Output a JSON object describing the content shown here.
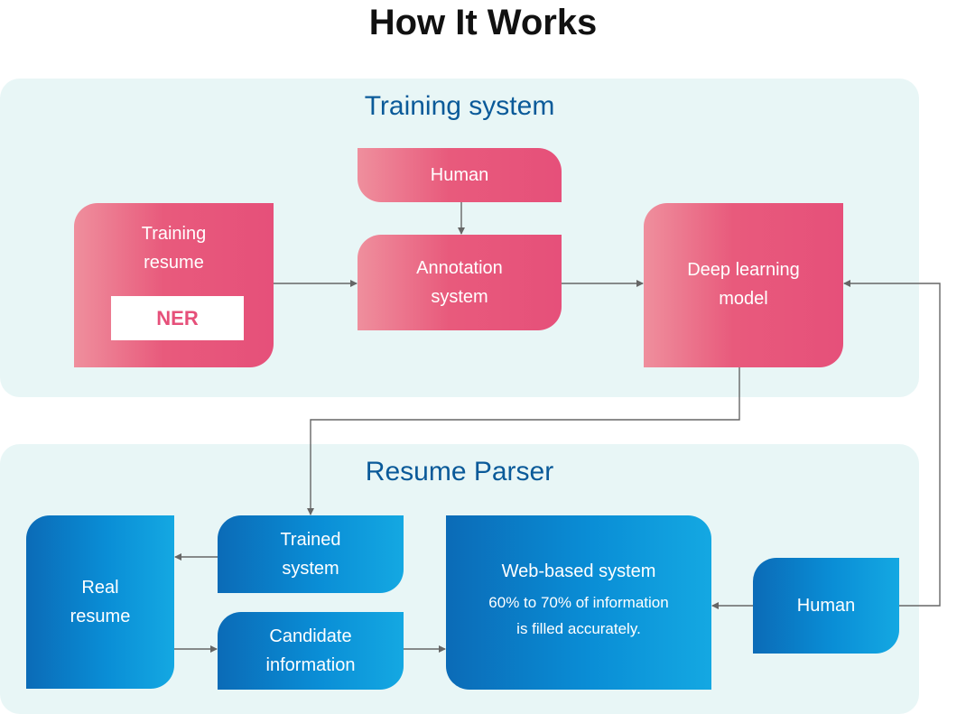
{
  "title": "How It Works",
  "training": {
    "heading": "Training system",
    "human": "Human",
    "training_resume": [
      "Training",
      "resume"
    ],
    "ner": "NER",
    "annotation": [
      "Annotation",
      "system"
    ],
    "deep_learning": [
      "Deep learning",
      "model"
    ]
  },
  "parser": {
    "heading": "Resume Parser",
    "real_resume": [
      "Real",
      "resume"
    ],
    "trained_system": [
      "Trained",
      "system"
    ],
    "candidate_info": [
      "Candidate",
      "information"
    ],
    "web_system": {
      "label": "Web-based system",
      "note": [
        "60% to 70% of information",
        "is filled accurately."
      ]
    },
    "human": "Human"
  },
  "colors": {
    "panel_bg": "#e8f6f6",
    "pink": "#e6507a",
    "blue": "#0a8ed6",
    "heading_blue": "#0a5a99",
    "connector": "#666666"
  }
}
